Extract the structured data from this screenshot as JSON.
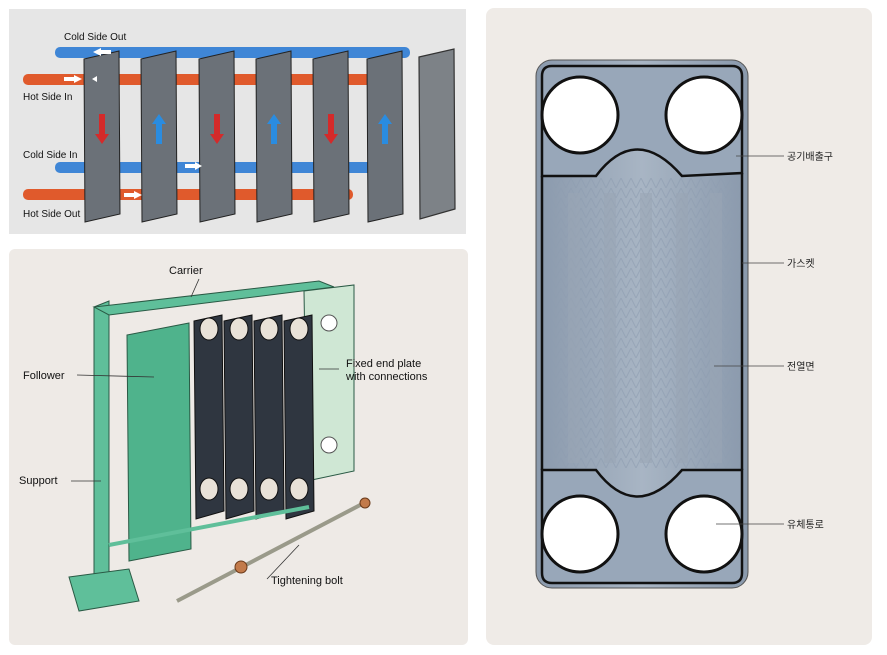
{
  "flow_diagram": {
    "labels": {
      "cold_side_out": "Cold Side Out",
      "hot_side_in": "Hot Side In",
      "cold_side_in": "Cold Side In",
      "hot_side_out": "Hot Side Out"
    },
    "colors": {
      "cold": "#3f86d6",
      "hot": "#e05a2c",
      "plate": "#6b7178"
    }
  },
  "assembly_diagram": {
    "labels": {
      "carrier": "Carrier",
      "follower": "Follower",
      "fixed_end_plate_line1": "Fixed end plate",
      "fixed_end_plate_line2": "with connections",
      "support": "Support",
      "tightening_bolt": "Tightening bolt"
    },
    "colors": {
      "frame": "#5fbf9a",
      "frame_light": "#cfe7d4",
      "plates": "#2f3640"
    }
  },
  "plate_photo": {
    "labels": {
      "air_vent": "공기배출구",
      "gasket": "가스켓",
      "heat_transfer_surface": "전열면",
      "flow_channel": "유체통로"
    }
  }
}
